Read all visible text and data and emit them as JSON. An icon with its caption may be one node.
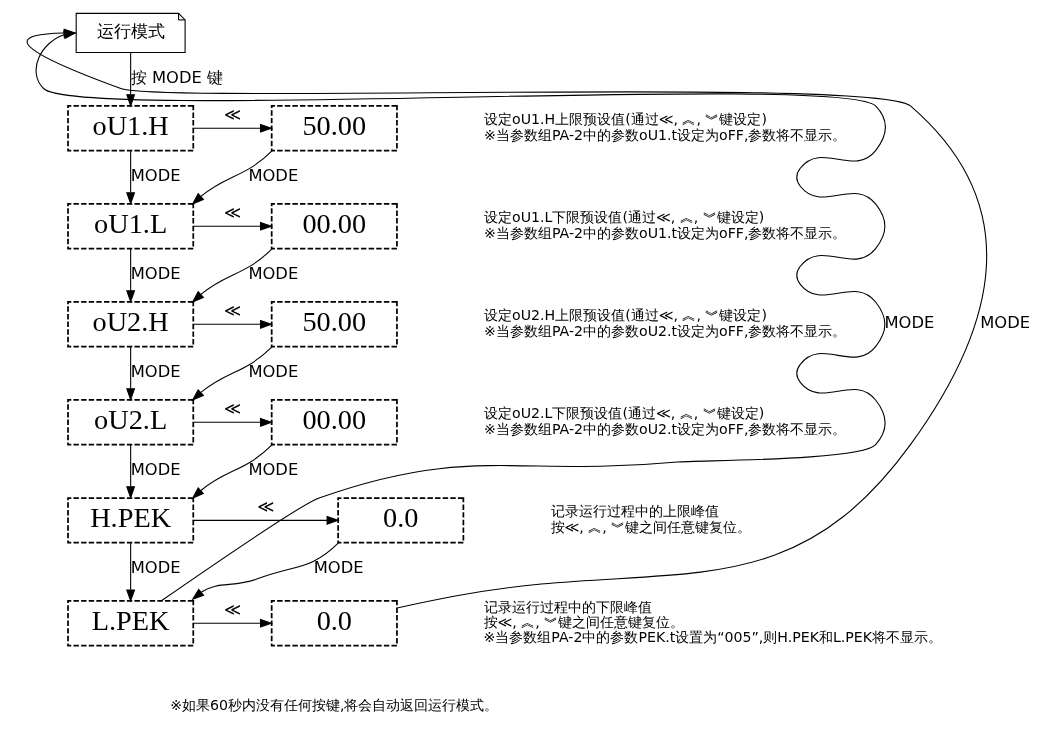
{
  "diagram": {
    "nodes": [
      {
        "text": [
          "运行模式"
        ]
      },
      {
        "text": [
          "oU1.H"
        ]
      },
      {
        "text": [
          "50.00"
        ],
        "beside": [
          "设定oU1.H上限预设值(通过≪, ︽, ︾键设定)",
          "※当参数组PA-2中的参数oU1.t设定为oFF,参数将不显示。"
        ]
      },
      {
        "text": [
          "oU1.L"
        ]
      },
      {
        "text": [
          "00.00"
        ],
        "beside": [
          "设定oU1.L下限预设值(通过≪, ︽, ︾键设定)",
          "※当参数组PA-2中的参数oU1.t设定为oFF,参数将不显示。"
        ]
      },
      {
        "text": [
          "oU2.H"
        ]
      },
      {
        "text": [
          "50.00"
        ],
        "beside": [
          "设定oU2.H上限预设值(通过≪, ︽, ︾键设定)",
          "※当参数组PA-2中的参数oU2.t设定为oFF,参数将不显示。"
        ]
      },
      {
        "text": [
          "oU2.L"
        ]
      },
      {
        "text": [
          "00.00"
        ],
        "beside": [
          "设定oU2.L下限预设值(通过≪, ︽, ︾键设定)",
          "※当参数组PA-2中的参数oU2.t设定为oFF,参数将不显示。"
        ]
      },
      {
        "text": [
          "H.PEK"
        ]
      },
      {
        "text": [
          "0.0"
        ],
        "beside": [
          "记录运行过程中的上限峰值",
          "按≪, ︽, ︾键之间任意键复位。"
        ]
      },
      {
        "text": [
          "L.PEK"
        ]
      },
      {
        "text": [
          "0.0"
        ],
        "beside": [
          "记录运行过程中的下限峰值",
          "按≪, ︽, ︾键之间任意键复位。",
          "※当参数组PA-2中的参数PEK.t设置为“005”,则H.PEK和L.PEK将不显示。"
        ]
      }
    ],
    "edges": [
      {
        "from": 0,
        "to": 1,
        "arrow": "to",
        "label": "按 MODE 键"
      },
      {
        "from": 1,
        "to": 2,
        "arrow": "to",
        "label": "≪"
      },
      {
        "from": 1,
        "to": 3,
        "arrow": "to",
        "label": "MODE"
      },
      {
        "from": 2,
        "to": 3,
        "arrow": "to",
        "label": "MODE"
      },
      {
        "from": 3,
        "to": 4,
        "arrow": "to",
        "label": "≪"
      },
      {
        "from": 3,
        "to": 5,
        "arrow": "to",
        "label": "MODE"
      },
      {
        "from": 4,
        "to": 5,
        "arrow": "to",
        "label": "MODE"
      },
      {
        "from": 5,
        "to": 6,
        "arrow": "to",
        "label": "≪"
      },
      {
        "from": 5,
        "to": 7,
        "arrow": "to",
        "label": "MODE"
      },
      {
        "from": 6,
        "to": 7,
        "arrow": "to",
        "label": "MODE"
      },
      {
        "from": 7,
        "to": 8,
        "arrow": "to",
        "label": "≪"
      },
      {
        "from": 7,
        "to": 9,
        "arrow": "to",
        "label": "MODE"
      },
      {
        "from": 8,
        "to": 9,
        "arrow": "to",
        "label": "MODE"
      },
      {
        "from": 9,
        "to": 10,
        "arrow": "to",
        "label": "≪"
      },
      {
        "from": 9,
        "to": 11,
        "arrow": "to",
        "label": "MODE"
      },
      {
        "from": 10,
        "to": 11,
        "arrow": "to",
        "label": "MODE"
      },
      {
        "from": 11,
        "to": 12,
        "arrow": "to",
        "label": "≪"
      },
      {
        "from": 11,
        "to": 0,
        "arrow": "to",
        "label": "MODE"
      },
      {
        "from": 12,
        "to": 0,
        "arrow": "to",
        "label": "MODE"
      }
    ],
    "labels": [
      "※如果60秒内没有任何按键,将会自动返回运行模式。"
    ]
  }
}
